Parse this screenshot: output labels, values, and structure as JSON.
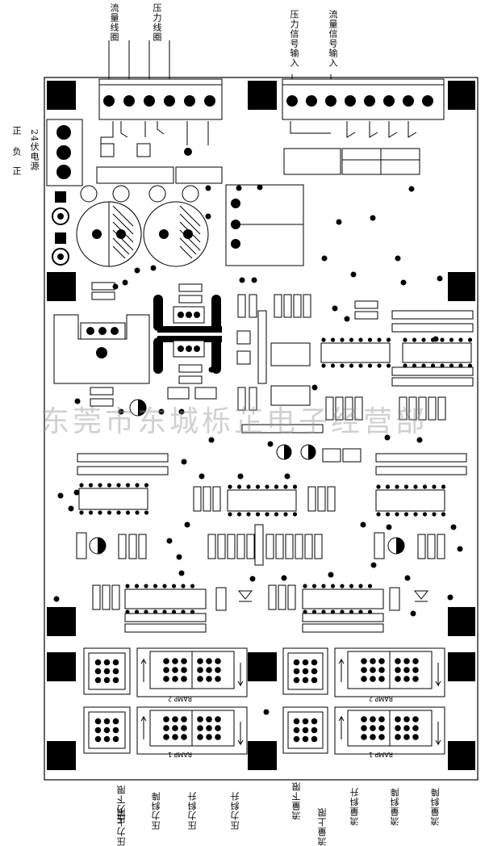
{
  "top_labels": {
    "flow_coil": "流量线圈",
    "pressure_coil": "压力线圈",
    "flow_signal_input": "流量信号输入",
    "pressure_signal_input": "压力信号输入"
  },
  "power": {
    "label": "24伏电源",
    "pin_labels": [
      "正",
      "负",
      "正"
    ]
  },
  "ramp": {
    "ramp1": "RAMP 1",
    "ramp2": "RAMP 2"
  },
  "bottom_labels": {
    "pressure_upper": "压力上限",
    "pressure_lower": "压力下限",
    "pressure_ramp_down": "压力斜降",
    "pressure_ramp_up": "压力斜升",
    "flow_upper": "流量上限",
    "flow_lower": "流量下限",
    "flow_ramp_down": "流量斜降",
    "flow_ramp_up": "流量斜升"
  },
  "watermark": "东莞市东城栎芷电子经营部"
}
